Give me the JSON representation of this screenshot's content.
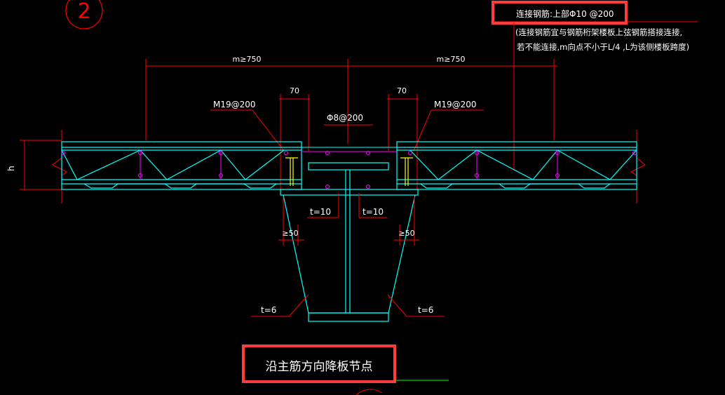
{
  "drawing": {
    "detail_number": "2",
    "title": "沿主筋方向降板节点",
    "note_header": "连接钢筋:上部Φ10 @200",
    "note_line1": "(连接钢筋宜与钢筋桁架楼板上弦钢筋搭接连接,",
    "note_line2": "若不能连接,m向点不小于L/4 ,L为该侧楼板跨度)",
    "dim_left_span": "m≥750",
    "dim_right_span": "m≥750",
    "dim_left_70": "70",
    "dim_right_70": "70",
    "stud_left": "M19@200",
    "stud_right": "M19@200",
    "rebar_center": "Φ8@200",
    "plate_left": "t=10",
    "plate_right": "t=10",
    "min_left": "≥50",
    "min_right": "≥50",
    "web_left": "t=6",
    "web_right": "t=6",
    "height_label": "h"
  },
  "colors": {
    "background": "#000000",
    "red": "#ff0000",
    "cyan": "#00ffff",
    "magenta": "#ff00ff",
    "yellow": "#ffff00",
    "white": "#ffffff",
    "green": "#00ff00",
    "highlight_box": "#ff3b3b"
  }
}
